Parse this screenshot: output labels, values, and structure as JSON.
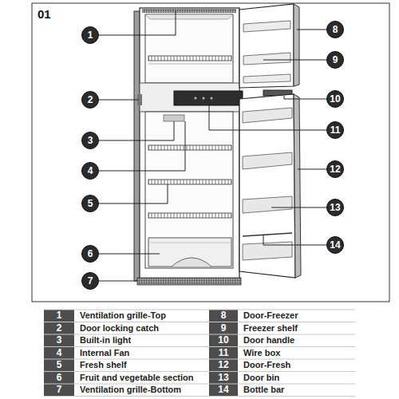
{
  "diagram": {
    "nodes": [
      {
        "text": [
          "1"
        ]
      },
      {
        "text": [
          "2"
        ]
      },
      {
        "text": [
          "3"
        ]
      },
      {
        "text": [
          "4"
        ]
      },
      {
        "text": [
          "5"
        ]
      },
      {
        "text": [
          "6"
        ]
      },
      {
        "text": [
          "7"
        ]
      },
      {
        "text": [
          "8"
        ]
      },
      {
        "text": [
          "9"
        ]
      },
      {
        "text": [
          "10"
        ]
      },
      {
        "text": [
          "11"
        ]
      },
      {
        "text": [
          "12"
        ]
      },
      {
        "text": [
          "13"
        ]
      },
      {
        "text": [
          "14"
        ]
      }
    ],
    "labels": [
      "01",
      "1",
      "Ventilation grille-Top",
      "8",
      "Door-Freezer",
      "2",
      "Door locking catch",
      "9",
      "Freezer shelf",
      "3",
      "Built-in light",
      "10",
      "Door handle",
      "4",
      "Internal Fan",
      "11",
      "Wire box",
      "5",
      "Fresh shelf",
      "12",
      "Door-Fresh",
      "6",
      "Fruit and vegetable section",
      "13",
      "Door bin",
      "7",
      "Ventilation grille-Bottom",
      "14",
      "Bottle bar"
    ]
  }
}
